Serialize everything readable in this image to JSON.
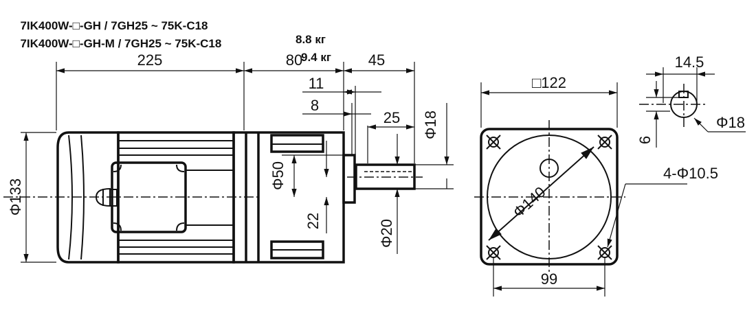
{
  "header": {
    "lines": [
      {
        "model": "7IK400W-□-GH / 7GH25 ~ 75K-C18",
        "weight": "8.8 кг"
      },
      {
        "model": "7IK400W-□-GH-M / 7GH25 ~ 75K-C18",
        "weight": "9.4 кг"
      }
    ]
  },
  "side_view": {
    "dims": {
      "motor_length": "225",
      "gearbox_length": "80",
      "shaft_length": "45",
      "flange_11": "11",
      "flange_8": "8",
      "key_length": "25",
      "shaft_dia": "Φ18",
      "body_dia": "Φ133",
      "pilot_dia": "Φ50",
      "offset": "22",
      "shaft_dia_20": "Φ20"
    }
  },
  "front_view": {
    "dims": {
      "square": "□122",
      "circle": "Φ140",
      "holes": "4-Φ10.5",
      "hole_spacing": "99"
    }
  },
  "shaft_detail": {
    "dims": {
      "width": "14.5",
      "key": "6",
      "dia": "Φ18"
    }
  }
}
